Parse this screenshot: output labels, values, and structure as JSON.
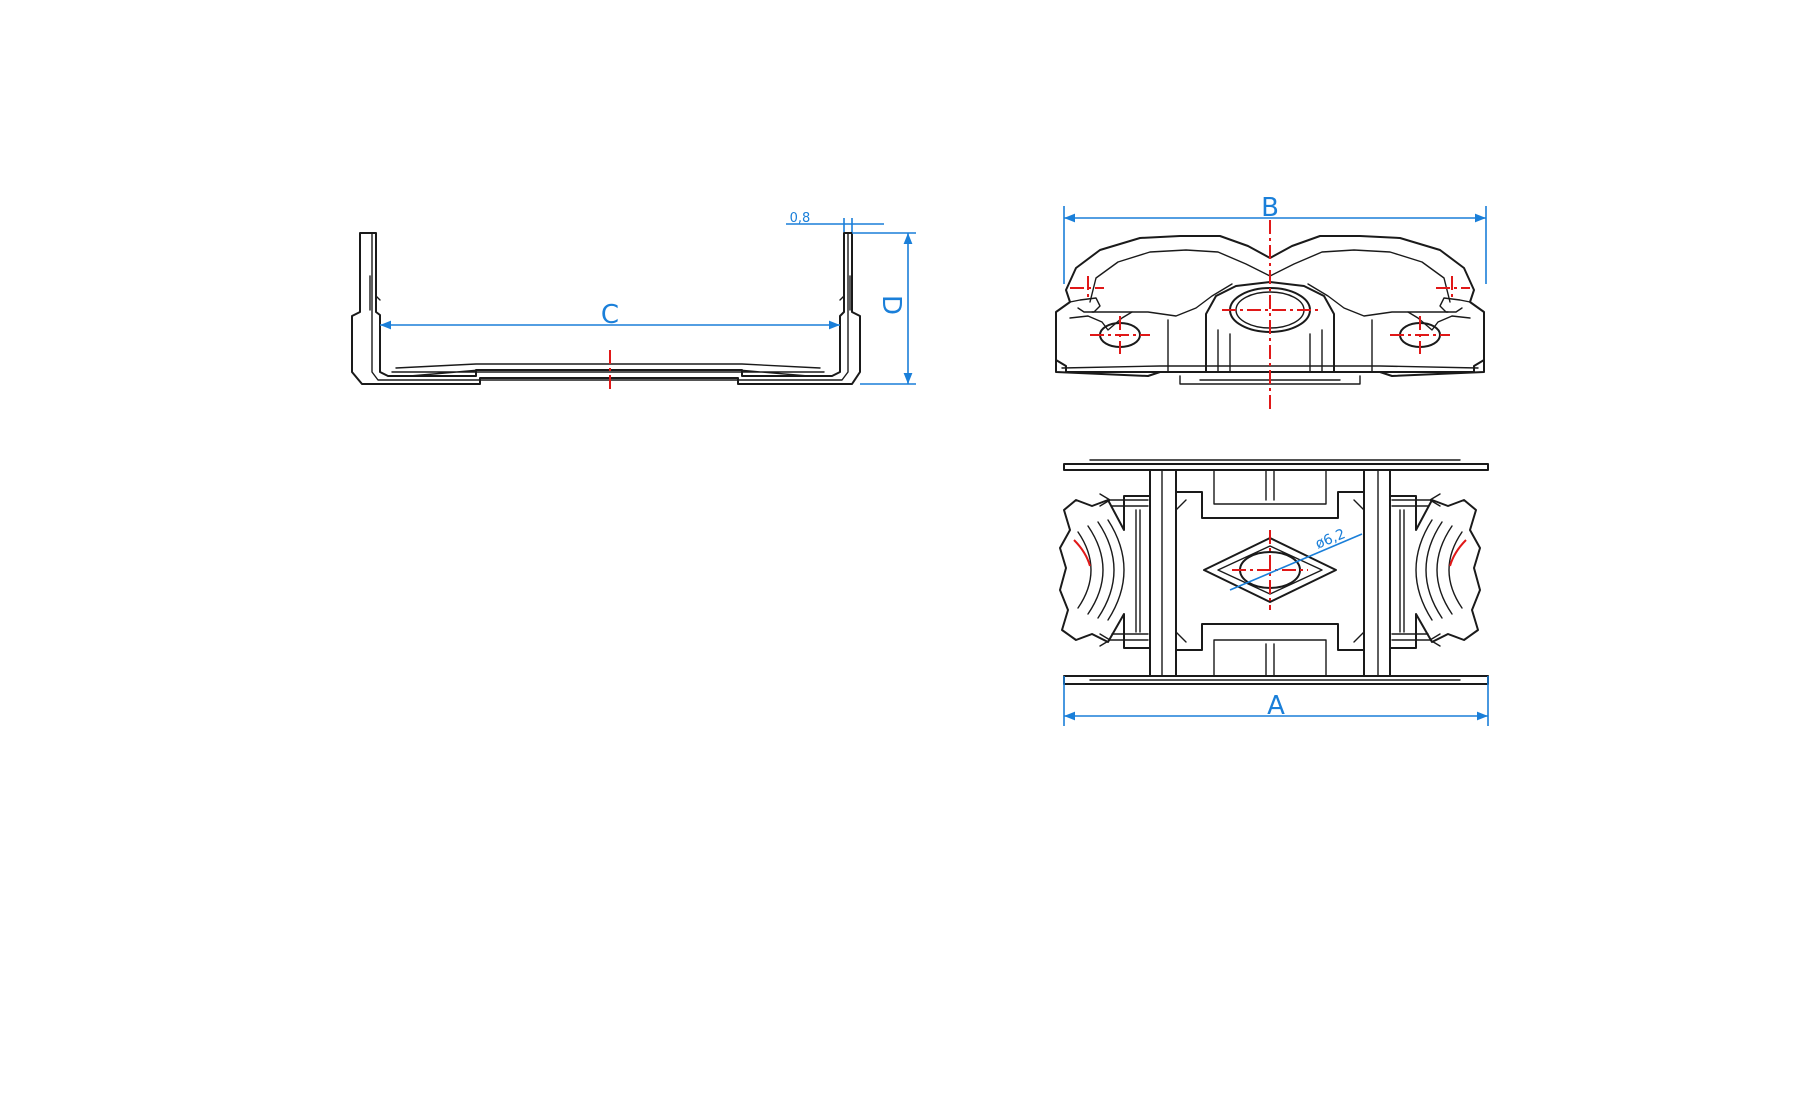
{
  "colors": {
    "dimension": "#1a7fd9",
    "centerline": "#e01818",
    "outline": "#1a1a1a",
    "background": "#ffffff"
  },
  "labels": {
    "dim_a": "A",
    "dim_b": "B",
    "dim_c": "C",
    "dim_d": "D",
    "thickness": "0,8",
    "hole_diameter": "ø6,2"
  }
}
